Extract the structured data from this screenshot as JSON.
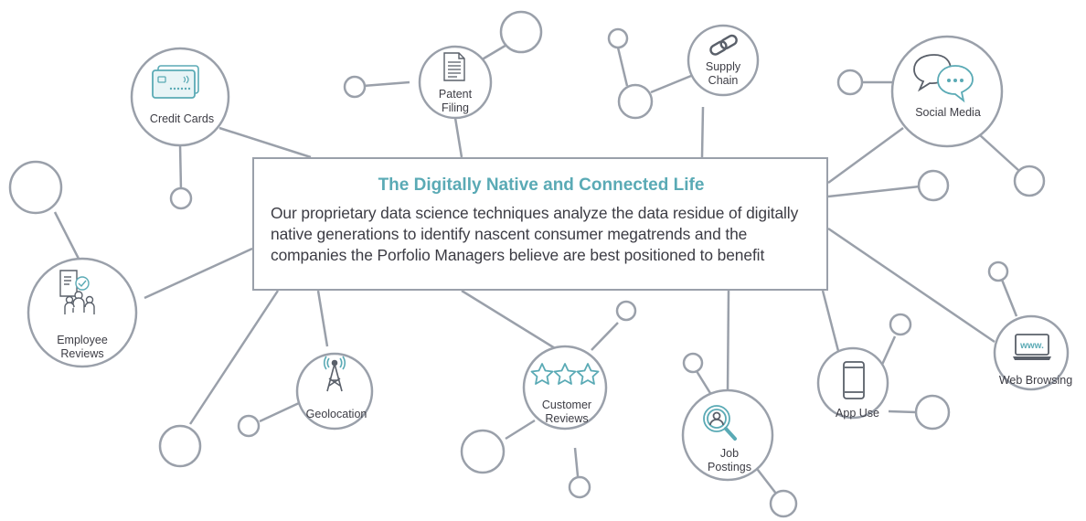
{
  "central": {
    "title": "The Digitally Native and Connected Life",
    "lines": [
      "Our proprietary data science techniques analyze the data residue of digitally",
      "native generations to identify nascent consumer megatrends and the",
      "companies the Porfolio Managers believe are best positioned to benefit"
    ]
  },
  "nodes": {
    "credit_cards": {
      "label": "Credit Cards",
      "icon": "credit-card-icon"
    },
    "patent_filing": {
      "line1": "Patent",
      "line2": "Filing",
      "icon": "document-icon"
    },
    "supply_chain": {
      "line1": "Supply",
      "line2": "Chain",
      "icon": "chain-link-icon"
    },
    "social_media": {
      "label": "Social Media",
      "icon": "chat-bubbles-icon"
    },
    "employee_reviews": {
      "line1": "Employee",
      "line2": "Reviews",
      "icon": "people-review-icon"
    },
    "geolocation": {
      "label": "Geolocation",
      "icon": "signal-tower-icon"
    },
    "customer_reviews": {
      "line1": "Customer",
      "line2": "Reviews",
      "icon": "stars-icon"
    },
    "job_postings": {
      "line1": "Job",
      "line2": "Postings",
      "icon": "magnifier-person-icon"
    },
    "app_use": {
      "label": "App Use",
      "icon": "smartphone-icon"
    },
    "web_browsing": {
      "label": "Web Browsing",
      "icon": "laptop-www-icon",
      "screen_text": "www."
    }
  },
  "colors": {
    "line": "#9aa0aa",
    "accent": "#5aaab5",
    "text": "#3c3c44"
  }
}
